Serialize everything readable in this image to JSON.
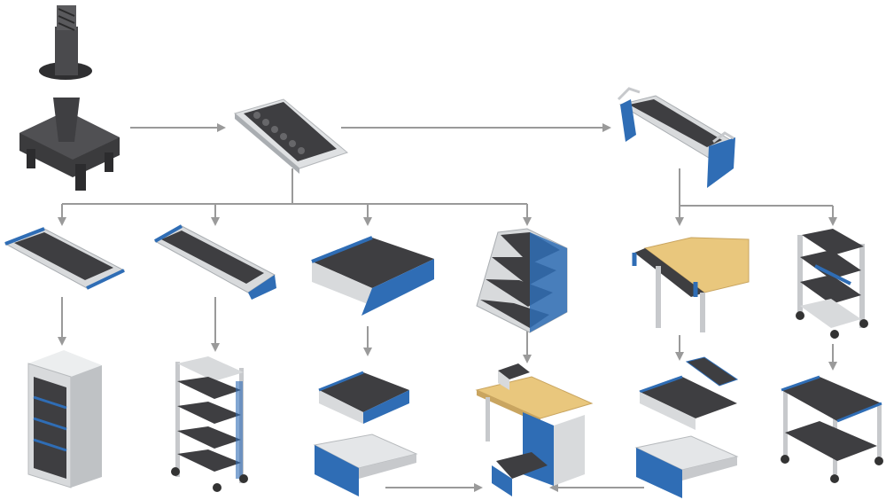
{
  "colors": {
    "background": "#ffffff",
    "arrow": "#9a9a9a",
    "blue": "#2f6db5",
    "blue_dark": "#1f4f8c",
    "steel": "#d8dadc",
    "steel_dark": "#a9adb1",
    "tool_dark": "#3b3b3d",
    "socket": "#59595c",
    "wood": "#e9c77d"
  },
  "items": [
    {
      "id": "tool-holder",
      "icon": "cnc-tool-holder-icon"
    },
    {
      "id": "tool-insert-strip",
      "icon": "tool-insert-strip-icon"
    },
    {
      "id": "rail-insert-with-handles",
      "icon": "rail-insert-icon"
    },
    {
      "id": "flat-shelf-insert",
      "icon": "shelf-insert-icon"
    },
    {
      "id": "angled-shelf-insert",
      "icon": "angled-insert-icon"
    },
    {
      "id": "drawer-insert",
      "icon": "drawer-insert-icon"
    },
    {
      "id": "tiered-stand",
      "icon": "tiered-stand-icon"
    },
    {
      "id": "workbench-rail",
      "icon": "workbench-rail-icon"
    },
    {
      "id": "tool-trolley",
      "icon": "tool-trolley-icon"
    },
    {
      "id": "cabinet",
      "icon": "cabinet-icon"
    },
    {
      "id": "shelf-trolley",
      "icon": "shelf-trolley-icon"
    },
    {
      "id": "drawer-with-insert",
      "icon": "drawer-icon"
    },
    {
      "id": "workbench-with-drawers",
      "icon": "workbench-icon"
    },
    {
      "id": "drawer-with-rails",
      "icon": "drawer-rails-icon"
    },
    {
      "id": "flat-trolley",
      "icon": "flat-trolley-icon"
    }
  ]
}
